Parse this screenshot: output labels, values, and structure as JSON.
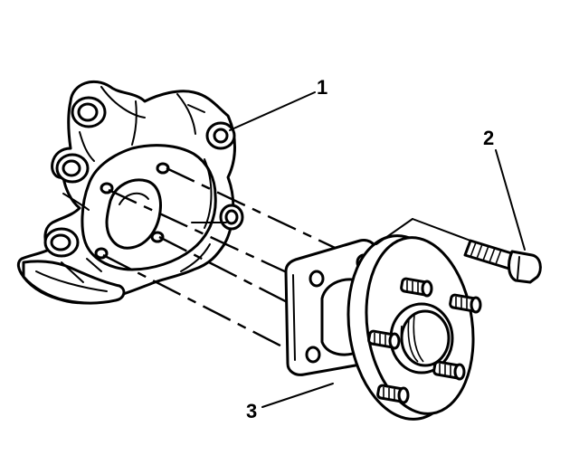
{
  "diagram": {
    "callouts": [
      {
        "id": "1",
        "text": "1"
      },
      {
        "id": "2",
        "text": "2"
      },
      {
        "id": "3",
        "text": "3"
      }
    ]
  },
  "colors": {
    "ink": "#000000",
    "paper": "#ffffff"
  }
}
